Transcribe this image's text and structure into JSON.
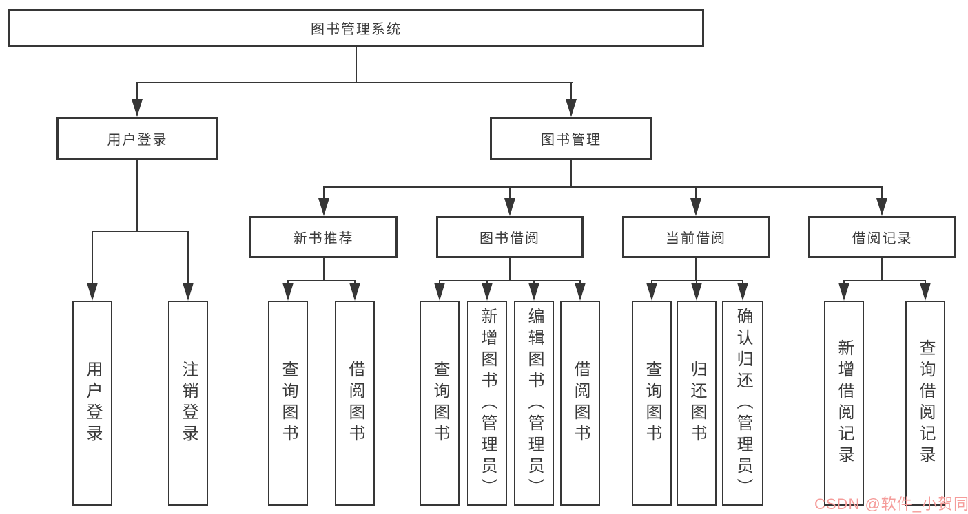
{
  "diagram": {
    "title_node": "图书管理系统",
    "level2": [
      "用户登录",
      "图书管理"
    ],
    "level3": [
      "新书推荐",
      "图书借阅",
      "当前借阅",
      "借阅记录"
    ],
    "leaves": [
      "用户登录",
      "注销登录",
      "查询图书",
      "借阅图书",
      "查询图书",
      "新增图书（管理员）",
      "编辑图书（管理员）",
      "借阅图书",
      "查询图书",
      "归还图书",
      "确认归还（管理员）",
      "新增借阅记录",
      "查询借阅记录"
    ]
  },
  "watermark": {
    "text": "CSDN @软件_小贺同学",
    "color": "#f59c9a"
  },
  "colors": {
    "line": "#363636",
    "text": "#3a3a3a",
    "background": "#ffffff"
  }
}
